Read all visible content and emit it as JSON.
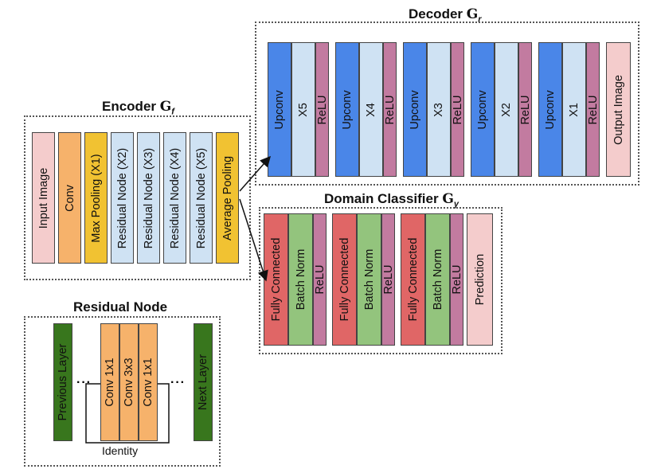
{
  "encoder": {
    "title": "Encoder",
    "symbol": "G",
    "subscript": "f",
    "blocks": [
      {
        "label": "Input Image",
        "color": "#f4cccc"
      },
      {
        "label": "Conv",
        "color": "#f6b26b"
      },
      {
        "label": "Max Pooling (X1)",
        "color": "#f1c232"
      },
      {
        "label": "Residual Node (X2)",
        "color": "#cfe2f3"
      },
      {
        "label": "Residual Node (X3)",
        "color": "#cfe2f3"
      },
      {
        "label": "Residual Node (X4)",
        "color": "#cfe2f3"
      },
      {
        "label": "Residual Node (X5)",
        "color": "#cfe2f3"
      },
      {
        "label": "Average Pooling",
        "color": "#f1c232"
      }
    ]
  },
  "decoder": {
    "title": "Decoder",
    "symbol": "G",
    "subscript": "r",
    "groups": [
      {
        "upconv": "Upconv",
        "repeat": "X5",
        "relu": "ReLU"
      },
      {
        "upconv": "Upconv",
        "repeat": "X4",
        "relu": "ReLU"
      },
      {
        "upconv": "Upconv",
        "repeat": "X3",
        "relu": "ReLU"
      },
      {
        "upconv": "Upconv",
        "repeat": "X2",
        "relu": "ReLU"
      },
      {
        "upconv": "Upconv",
        "repeat": "X1",
        "relu": "ReLU"
      }
    ],
    "output": "Output Image"
  },
  "classifier": {
    "title": "Domain Classifier",
    "symbol": "G",
    "subscript": "y",
    "groups": [
      {
        "fc": "Fully Connected",
        "bn": "Batch Norm",
        "relu": "ReLU"
      },
      {
        "fc": "Fully Connected",
        "bn": "Batch Norm",
        "relu": "ReLU"
      },
      {
        "fc": "Fully Connected",
        "bn": "Batch Norm",
        "relu": "ReLU"
      }
    ],
    "prediction": "Prediction"
  },
  "residual": {
    "title": "Residual Node",
    "previous": "Previous Layer",
    "convs": [
      "Conv 1x1",
      "Conv 3x3",
      "Conv 1x1"
    ],
    "next": "Next Layer",
    "identity": "Identity",
    "dots": "···"
  },
  "colors": {
    "upconv": "#4a86e8",
    "decoder_mid": "#cfe2f3",
    "relu": "#c27ba0",
    "output": "#f4cccc",
    "fc": "#e06666",
    "bn": "#93c47d",
    "prediction": "#f4cccc",
    "layer_green": "#38761d",
    "conv_orange": "#f6b26b"
  }
}
